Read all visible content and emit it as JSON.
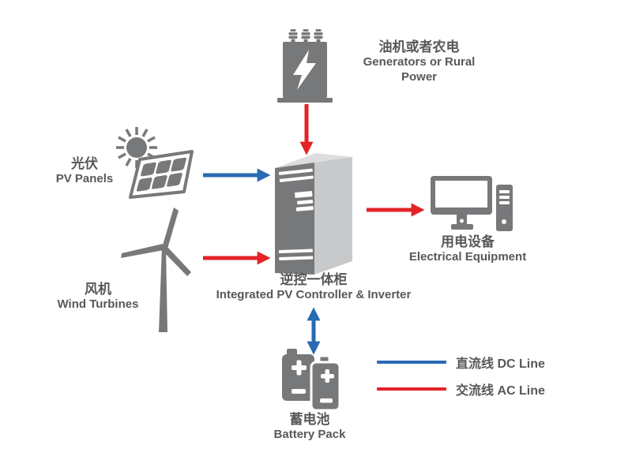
{
  "nodes": {
    "generators": {
      "zh": "油机或者农电",
      "en": "Generators or Rural Power"
    },
    "pv": {
      "zh": "光伏",
      "en": "PV Panels"
    },
    "wind": {
      "zh": "风机",
      "en": "Wind Turbines"
    },
    "inverter": {
      "zh": "逆控一体柜",
      "en": "Integrated PV Controller & Inverter"
    },
    "equipment": {
      "zh": "用电设备",
      "en": "Electrical Equipment"
    },
    "battery": {
      "zh": "蓄电池",
      "en": "Battery Pack"
    }
  },
  "legend": {
    "dc": {
      "label": "直流线 DC Line",
      "color": "#2a6ab3"
    },
    "ac": {
      "label": "交流线 AC Line",
      "color": "#e42328"
    }
  },
  "colors": {
    "icon_gray": "#77787a",
    "cabinet_side_gray": "#c8c9cb",
    "cabinet_top_gray": "#dcddde",
    "text_gray": "#57585a",
    "dc_blue": "#2a6ab3",
    "ac_red": "#e42328",
    "background": "#ffffff"
  },
  "connections": [
    {
      "from": "generators",
      "to": "inverter",
      "line": "AC",
      "bidirectional": false
    },
    {
      "from": "pv",
      "to": "inverter",
      "line": "DC",
      "bidirectional": false
    },
    {
      "from": "wind",
      "to": "inverter",
      "line": "AC",
      "bidirectional": false
    },
    {
      "from": "inverter",
      "to": "equipment",
      "line": "AC",
      "bidirectional": false
    },
    {
      "from": "inverter",
      "to": "battery",
      "line": "DC",
      "bidirectional": true
    }
  ]
}
